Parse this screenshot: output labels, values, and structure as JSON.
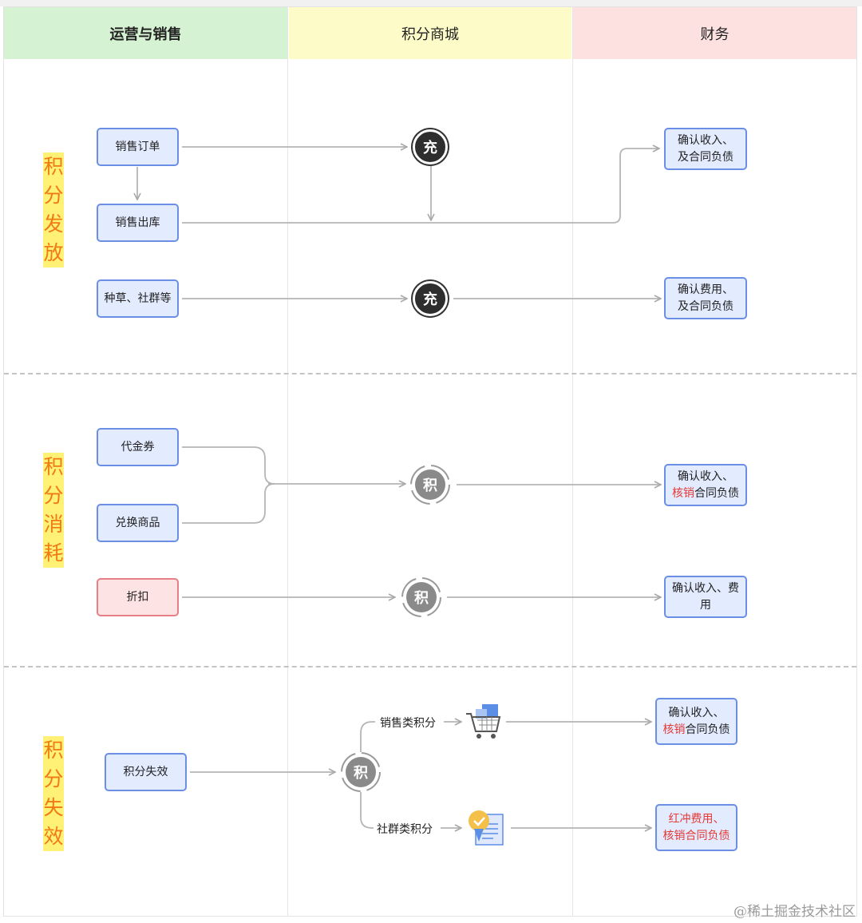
{
  "columns": [
    {
      "label": "运营与销售"
    },
    {
      "label": "积分商城"
    },
    {
      "label": "财务"
    }
  ],
  "sections": [
    {
      "chars": [
        "积",
        "分",
        "发",
        "放"
      ]
    },
    {
      "chars": [
        "积",
        "分",
        "消",
        "耗"
      ]
    },
    {
      "chars": [
        "积",
        "分",
        "失",
        "效"
      ]
    }
  ],
  "issue": {
    "sales_order": "销售订单",
    "sales_outbound": "销售出库",
    "seeding": "种草、社群等",
    "charge_badge": "充",
    "fin1": {
      "line1": "确认收入、",
      "line2": "及合同负债"
    },
    "fin2": {
      "line1": "确认费用、",
      "line2": "及合同负债"
    }
  },
  "consume": {
    "voucher": "代金券",
    "exchange": "兑换商品",
    "discount": "折扣",
    "points_badge": "积",
    "fin1": {
      "line1": "确认收入、",
      "hl": "核销",
      "rest": "合同负债"
    },
    "fin2": {
      "line1": "确认收入、费",
      "line2": "用"
    }
  },
  "expire": {
    "expired": "积分失效",
    "points_badge": "积",
    "sales_points": "销售类积分",
    "community_points": "社群类积分",
    "fin1": {
      "line1": "确认收入、",
      "hl": "核销",
      "rest": "合同负债"
    },
    "fin2": {
      "line1": "红冲费用、",
      "line2": "核销合同负债"
    }
  },
  "colors": {
    "green_header": "#d5f2d3",
    "yellow_header": "#fdfcc8",
    "red_header": "#fde1e1",
    "box_fill": "#e3ebff",
    "box_border": "#6c8fe6",
    "section_label": "#f07a14",
    "highlight_text": "#e53935"
  },
  "icons": {
    "cart": "shopping-cart-icon",
    "community": "community-badge-icon"
  },
  "watermark": "@稀土掘金技术社区"
}
